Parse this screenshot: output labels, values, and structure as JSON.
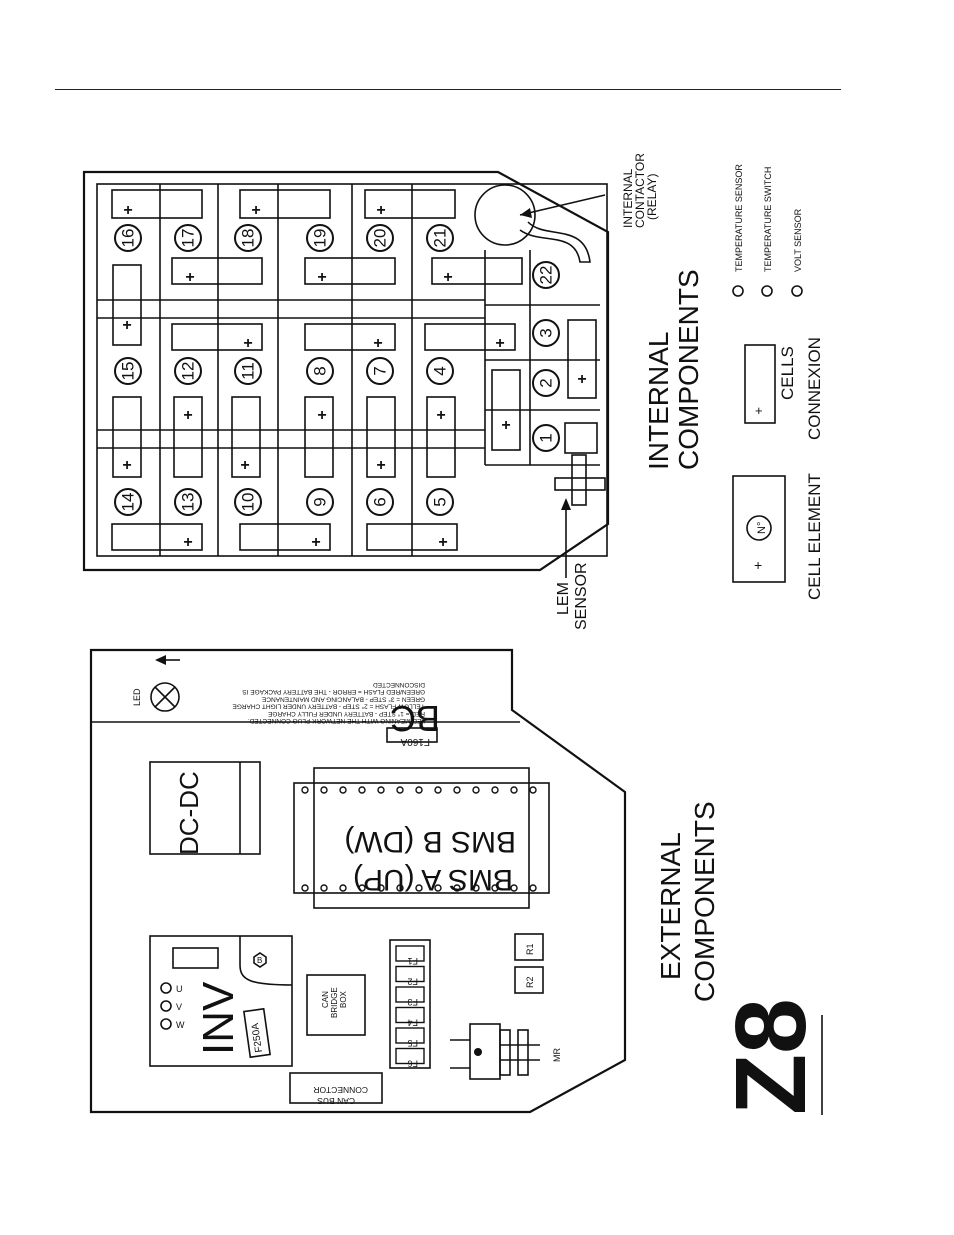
{
  "internal": {
    "title": "INTERNAL COMPONENTS",
    "title_line1": "INTERNAL",
    "title_line2": "COMPONENTS",
    "contactor_label": [
      "INTERNAL",
      "CONTACTOR",
      "(RELAY)"
    ],
    "lem_label": [
      "LEM",
      "SENSOR"
    ],
    "cells": [
      "1",
      "2",
      "3",
      "4",
      "5",
      "6",
      "7",
      "8",
      "9",
      "10",
      "11",
      "12",
      "13",
      "14",
      "15",
      "16",
      "17",
      "18",
      "19",
      "20",
      "21",
      "22"
    ]
  },
  "legend": {
    "cell_element": "CELL ELEMENT",
    "cell_symbol": "N°",
    "cells_connexion": [
      "CELLS",
      "CONNEXION"
    ],
    "plus": "+",
    "sensors": [
      "TEMPERATURE SENSOR",
      "TEMPERATURE SWITCH",
      "VOLT SENSOR"
    ]
  },
  "external": {
    "title_line1": "EXTERNAL",
    "title_line2": "COMPONENTS",
    "bc": "BC",
    "led": "LED",
    "led_meaning": [
      "LED MEANING WITH THE NETWORK PLUG CONNECTED:",
      "RED = 1° STEP - BATTERY UNDER FULLY CHARGE",
      "YELLOW FLASH = 2° STEP - BATTERY UNDER LIGHT CHARGE",
      "GREEN = 3° STEP - BALANCING AND MAINTENANCE",
      "GREEN/RED FLASH = ERROR - THE BATTERY PACKAGE IS",
      "DISCONNECTED"
    ],
    "f160a": "F160A",
    "dcdc": "DC-DC",
    "bms_a": "BMS A (UP)",
    "bms_b": "BMS B (DW)",
    "inv": "INV",
    "f250a": "F250A",
    "uvw": [
      "U",
      "V",
      "W"
    ],
    "b": "B",
    "can_bridge": [
      "CAN",
      "BRIDGE",
      "BOX"
    ],
    "can_bus": [
      "CAN BUS",
      "CONNECTOR"
    ],
    "fuses": [
      "F1",
      "F2",
      "F3",
      "F4",
      "F5",
      "F6"
    ],
    "r1": "R1",
    "r2": "R2",
    "mr": "MR"
  },
  "model": "Z8"
}
